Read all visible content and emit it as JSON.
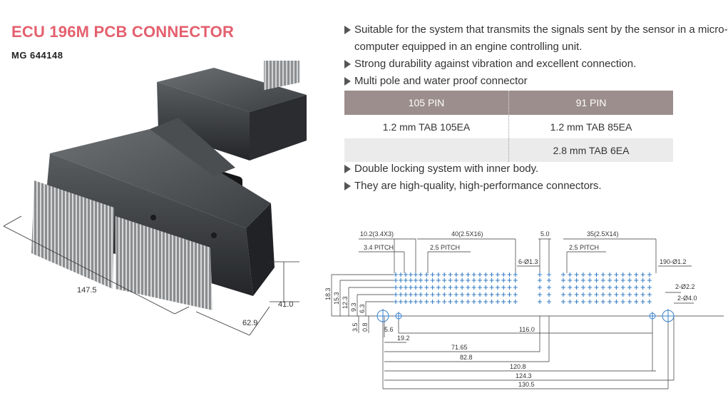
{
  "header": {
    "title": "ECU 196M PCB CONNECTOR",
    "part_number": "MG 644148"
  },
  "photo": {
    "dim_length": "147.5",
    "dim_width": "62.9",
    "dim_height": "41.0"
  },
  "features_top": [
    "Suitable for the system that transmits the signals sent by the sensor in a micro-computer equipped in an engine controlling unit.",
    "Strong durability against vibration and excellent connection.",
    "Multi pole and water proof connector"
  ],
  "spec_table": {
    "headers": [
      "105 PIN",
      "91 PIN"
    ],
    "rows": [
      [
        "1.2 mm TAB 105EA",
        "1.2 mm TAB 85EA"
      ],
      [
        "",
        "2.8 mm TAB 6EA"
      ]
    ]
  },
  "features_bottom": [
    "Double locking system with inner body.",
    "They are high-quality, high-performance connectors."
  ],
  "drawing": {
    "top_labels": {
      "a": "10.2(3.4X3)",
      "b": "40(2.5X16)",
      "c": "5.0",
      "d": "35(2.5X14)",
      "e": "3.4 PITCH",
      "f": "2.5 PITCH",
      "g": "2.5 PITCH",
      "h": "6-Ø1.3",
      "i": "190-Ø1.2",
      "j": "2-Ø2.2",
      "k": "2-Ø4.0"
    },
    "left_labels": {
      "a": "18.3",
      "b": "15.3",
      "c": "12.3",
      "d": "9.3",
      "e": "6.3",
      "f": "3.5",
      "g": "0.8"
    },
    "bottom_labels": {
      "a": "5.6",
      "b": "19.2",
      "c": "116.0",
      "d": "71.65",
      "e": "82.8",
      "f": "120.8",
      "g": "124.3",
      "h": "130.5"
    }
  }
}
